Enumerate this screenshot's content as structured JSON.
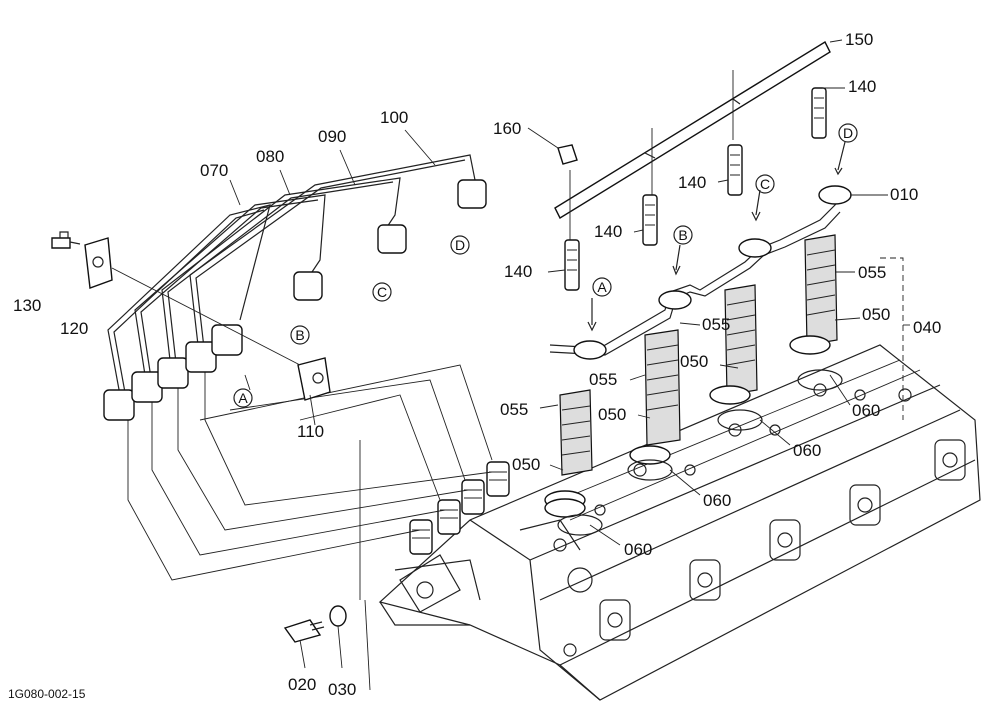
{
  "drawing_code": "1G080-002-15",
  "labels": {
    "p150": "150",
    "p140a": "140",
    "p140b": "140",
    "p140c": "140",
    "p140d": "140",
    "p160": "160",
    "p100": "100",
    "p090": "090",
    "p080": "080",
    "p070": "070",
    "p010": "010",
    "p130": "130",
    "p120": "120",
    "p110": "110",
    "p055a": "055",
    "p055b": "055",
    "p055c": "055",
    "p055d": "055",
    "p050a": "050",
    "p050b": "050",
    "p050c": "050",
    "p050d": "050",
    "p060a": "060",
    "p060b": "060",
    "p060c": "060",
    "p060d": "060",
    "p040": "040",
    "p020": "020",
    "p030": "030"
  },
  "letters": {
    "A1": "A",
    "B1": "B",
    "C1": "C",
    "D1": "D",
    "A2": "A",
    "B2": "B",
    "C2": "C",
    "D2": "D"
  }
}
